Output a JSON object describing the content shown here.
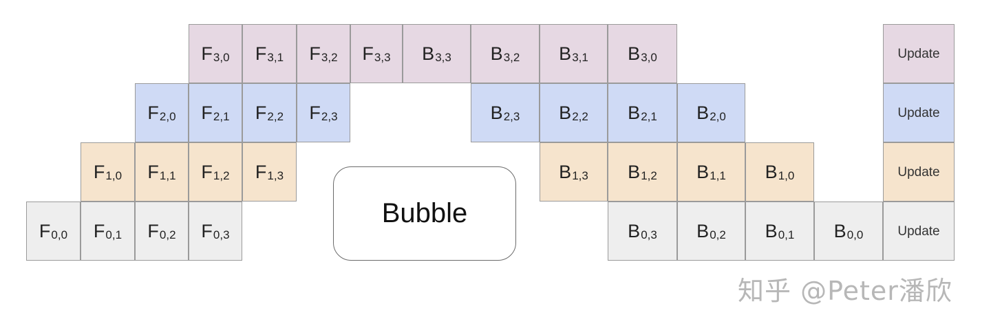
{
  "colors": {
    "row3": "#e6d8e3",
    "row2": "#cfdaf5",
    "row1": "#f6e4cd",
    "row0": "#eeeeee",
    "border": "#9a9a9a"
  },
  "rows": [
    {
      "id": "row3",
      "color": "#e6d8e3",
      "cells": [
        {
          "op": "F",
          "sub": "3,0"
        },
        {
          "op": "F",
          "sub": "3,1"
        },
        {
          "op": "F",
          "sub": "3,2"
        },
        {
          "op": "F",
          "sub": "3,3"
        },
        {
          "op": "B",
          "sub": "3,3"
        },
        {
          "op": "B",
          "sub": "3,2"
        },
        {
          "op": "B",
          "sub": "3,1"
        },
        {
          "op": "B",
          "sub": "3,0"
        },
        {
          "op": "Update",
          "sub": ""
        }
      ]
    },
    {
      "id": "row2",
      "color": "#cfdaf5",
      "cells": [
        {
          "op": "F",
          "sub": "2,0"
        },
        {
          "op": "F",
          "sub": "2,1"
        },
        {
          "op": "F",
          "sub": "2,2"
        },
        {
          "op": "F",
          "sub": "2,3"
        },
        {
          "op": "B",
          "sub": "2,3"
        },
        {
          "op": "B",
          "sub": "2,2"
        },
        {
          "op": "B",
          "sub": "2,1"
        },
        {
          "op": "B",
          "sub": "2,0"
        },
        {
          "op": "Update",
          "sub": ""
        }
      ]
    },
    {
      "id": "row1",
      "color": "#f6e4cd",
      "cells": [
        {
          "op": "F",
          "sub": "1,0"
        },
        {
          "op": "F",
          "sub": "1,1"
        },
        {
          "op": "F",
          "sub": "1,2"
        },
        {
          "op": "F",
          "sub": "1,3"
        },
        {
          "op": "B",
          "sub": "1,3"
        },
        {
          "op": "B",
          "sub": "1,2"
        },
        {
          "op": "B",
          "sub": "1,1"
        },
        {
          "op": "B",
          "sub": "1,0"
        },
        {
          "op": "Update",
          "sub": ""
        }
      ]
    },
    {
      "id": "row0",
      "color": "#eeeeee",
      "cells": [
        {
          "op": "F",
          "sub": "0,0"
        },
        {
          "op": "F",
          "sub": "0,1"
        },
        {
          "op": "F",
          "sub": "0,2"
        },
        {
          "op": "F",
          "sub": "0,3"
        },
        {
          "op": "B",
          "sub": "0,3"
        },
        {
          "op": "B",
          "sub": "0,2"
        },
        {
          "op": "B",
          "sub": "0,1"
        },
        {
          "op": "B",
          "sub": "0,0"
        },
        {
          "op": "Update",
          "sub": ""
        }
      ]
    }
  ],
  "bubble": {
    "label": "Bubble"
  },
  "watermark": "知乎 @Peter潘欣"
}
